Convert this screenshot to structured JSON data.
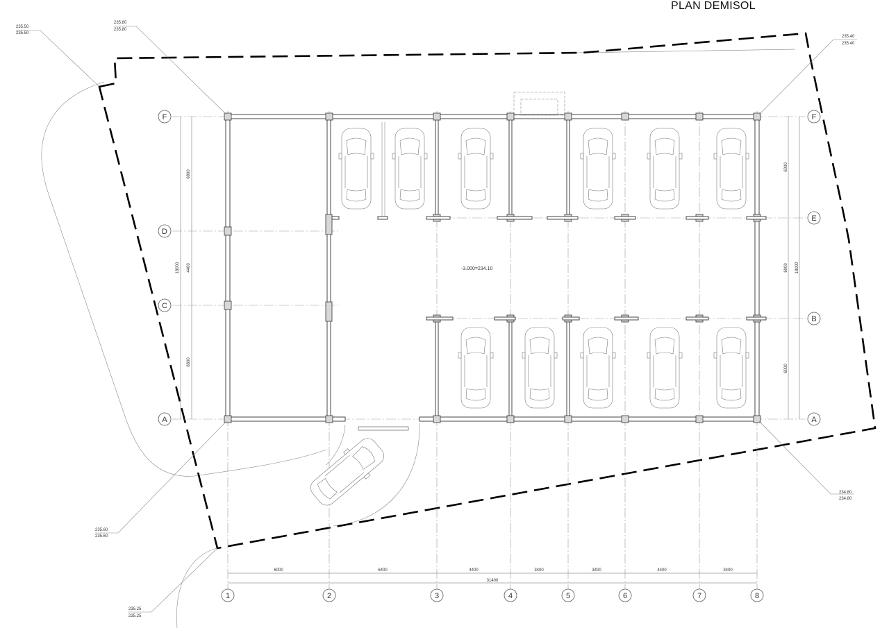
{
  "title": "PLAN DEMISOL",
  "level_label": "-3.000=234.10",
  "axes_rows": {
    "F": "F",
    "E": "E",
    "D": "D",
    "C": "C",
    "B": "B",
    "A": "A"
  },
  "axes_cols": [
    "1",
    "2",
    "3",
    "4",
    "5",
    "6",
    "7",
    "8"
  ],
  "dims_bottom": [
    "6000",
    "6400",
    "4400",
    "3400",
    "3400",
    "4400",
    "3400"
  ],
  "dim_total": "31400",
  "dims_left": [
    "6800",
    "4400",
    "6800"
  ],
  "dim_left_total": "18000",
  "dims_right": [
    "6000",
    "6000",
    "6000"
  ],
  "dim_right_total": "18000",
  "elevations": {
    "tl1": [
      "235.50",
      "235.50"
    ],
    "tl2": [
      "235.80",
      "235.80"
    ],
    "tr": [
      "235.40",
      "235.40"
    ],
    "br": [
      "234.80",
      "234.80"
    ],
    "bl1": [
      "235.60",
      "235.60"
    ],
    "bl2": [
      "235.25",
      "235.25"
    ]
  },
  "colors": {
    "ink": "#333333",
    "boundary": "#000000",
    "column_fill": "#d8d8d8"
  }
}
